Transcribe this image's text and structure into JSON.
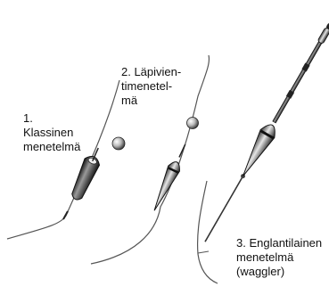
{
  "labels": {
    "method_1": "1.\nKlassinen\nmenetelmä",
    "method_2": "2. Läpivien-\ntimenetel-\nmä",
    "method_3": "3. Englantilainen\nmenetelmä\n(waggler)"
  }
}
